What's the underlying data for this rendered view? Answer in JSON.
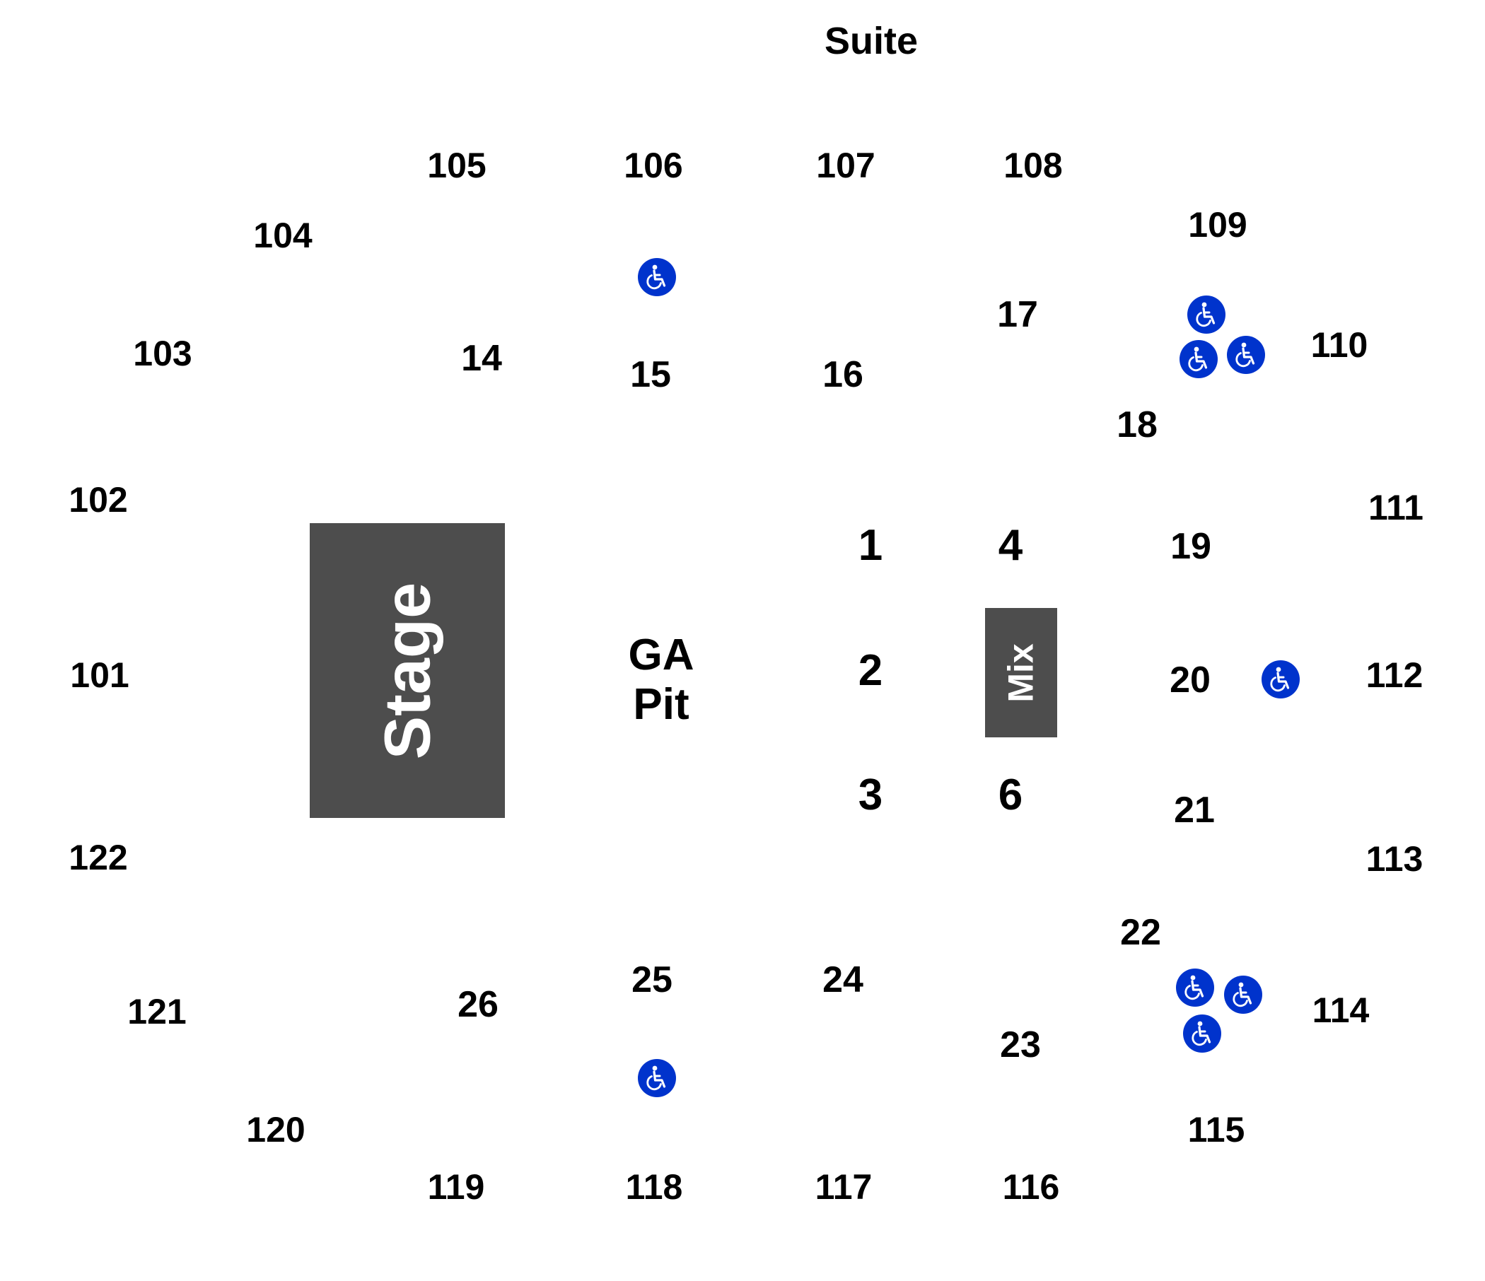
{
  "title": "Suite",
  "colors": {
    "block_fill": "#4d4d4d",
    "accessible_blue": "#0033cc",
    "label_text": "#000000",
    "block_text": "#ffffff"
  },
  "areas": {
    "stage": "Stage",
    "mix": "Mix",
    "ga_pit_line1": "GA",
    "ga_pit_line2": "Pit"
  },
  "sections": {
    "s101": "101",
    "s102": "102",
    "s103": "103",
    "s104": "104",
    "s105": "105",
    "s106": "106",
    "s107": "107",
    "s108": "108",
    "s109": "109",
    "s110": "110",
    "s111": "111",
    "s112": "112",
    "s113": "113",
    "s114": "114",
    "s115": "115",
    "s116": "116",
    "s117": "117",
    "s118": "118",
    "s119": "119",
    "s120": "120",
    "s121": "121",
    "s122": "122",
    "s14": "14",
    "s15": "15",
    "s16": "16",
    "s17": "17",
    "s18": "18",
    "s19": "19",
    "s20": "20",
    "s21": "21",
    "s22": "22",
    "s23": "23",
    "s24": "24",
    "s25": "25",
    "s26": "26",
    "f1": "1",
    "f2": "2",
    "f3": "3",
    "f4": "4",
    "f6": "6"
  },
  "icons": {
    "accessible": "wheelchair-accessible-icon"
  }
}
